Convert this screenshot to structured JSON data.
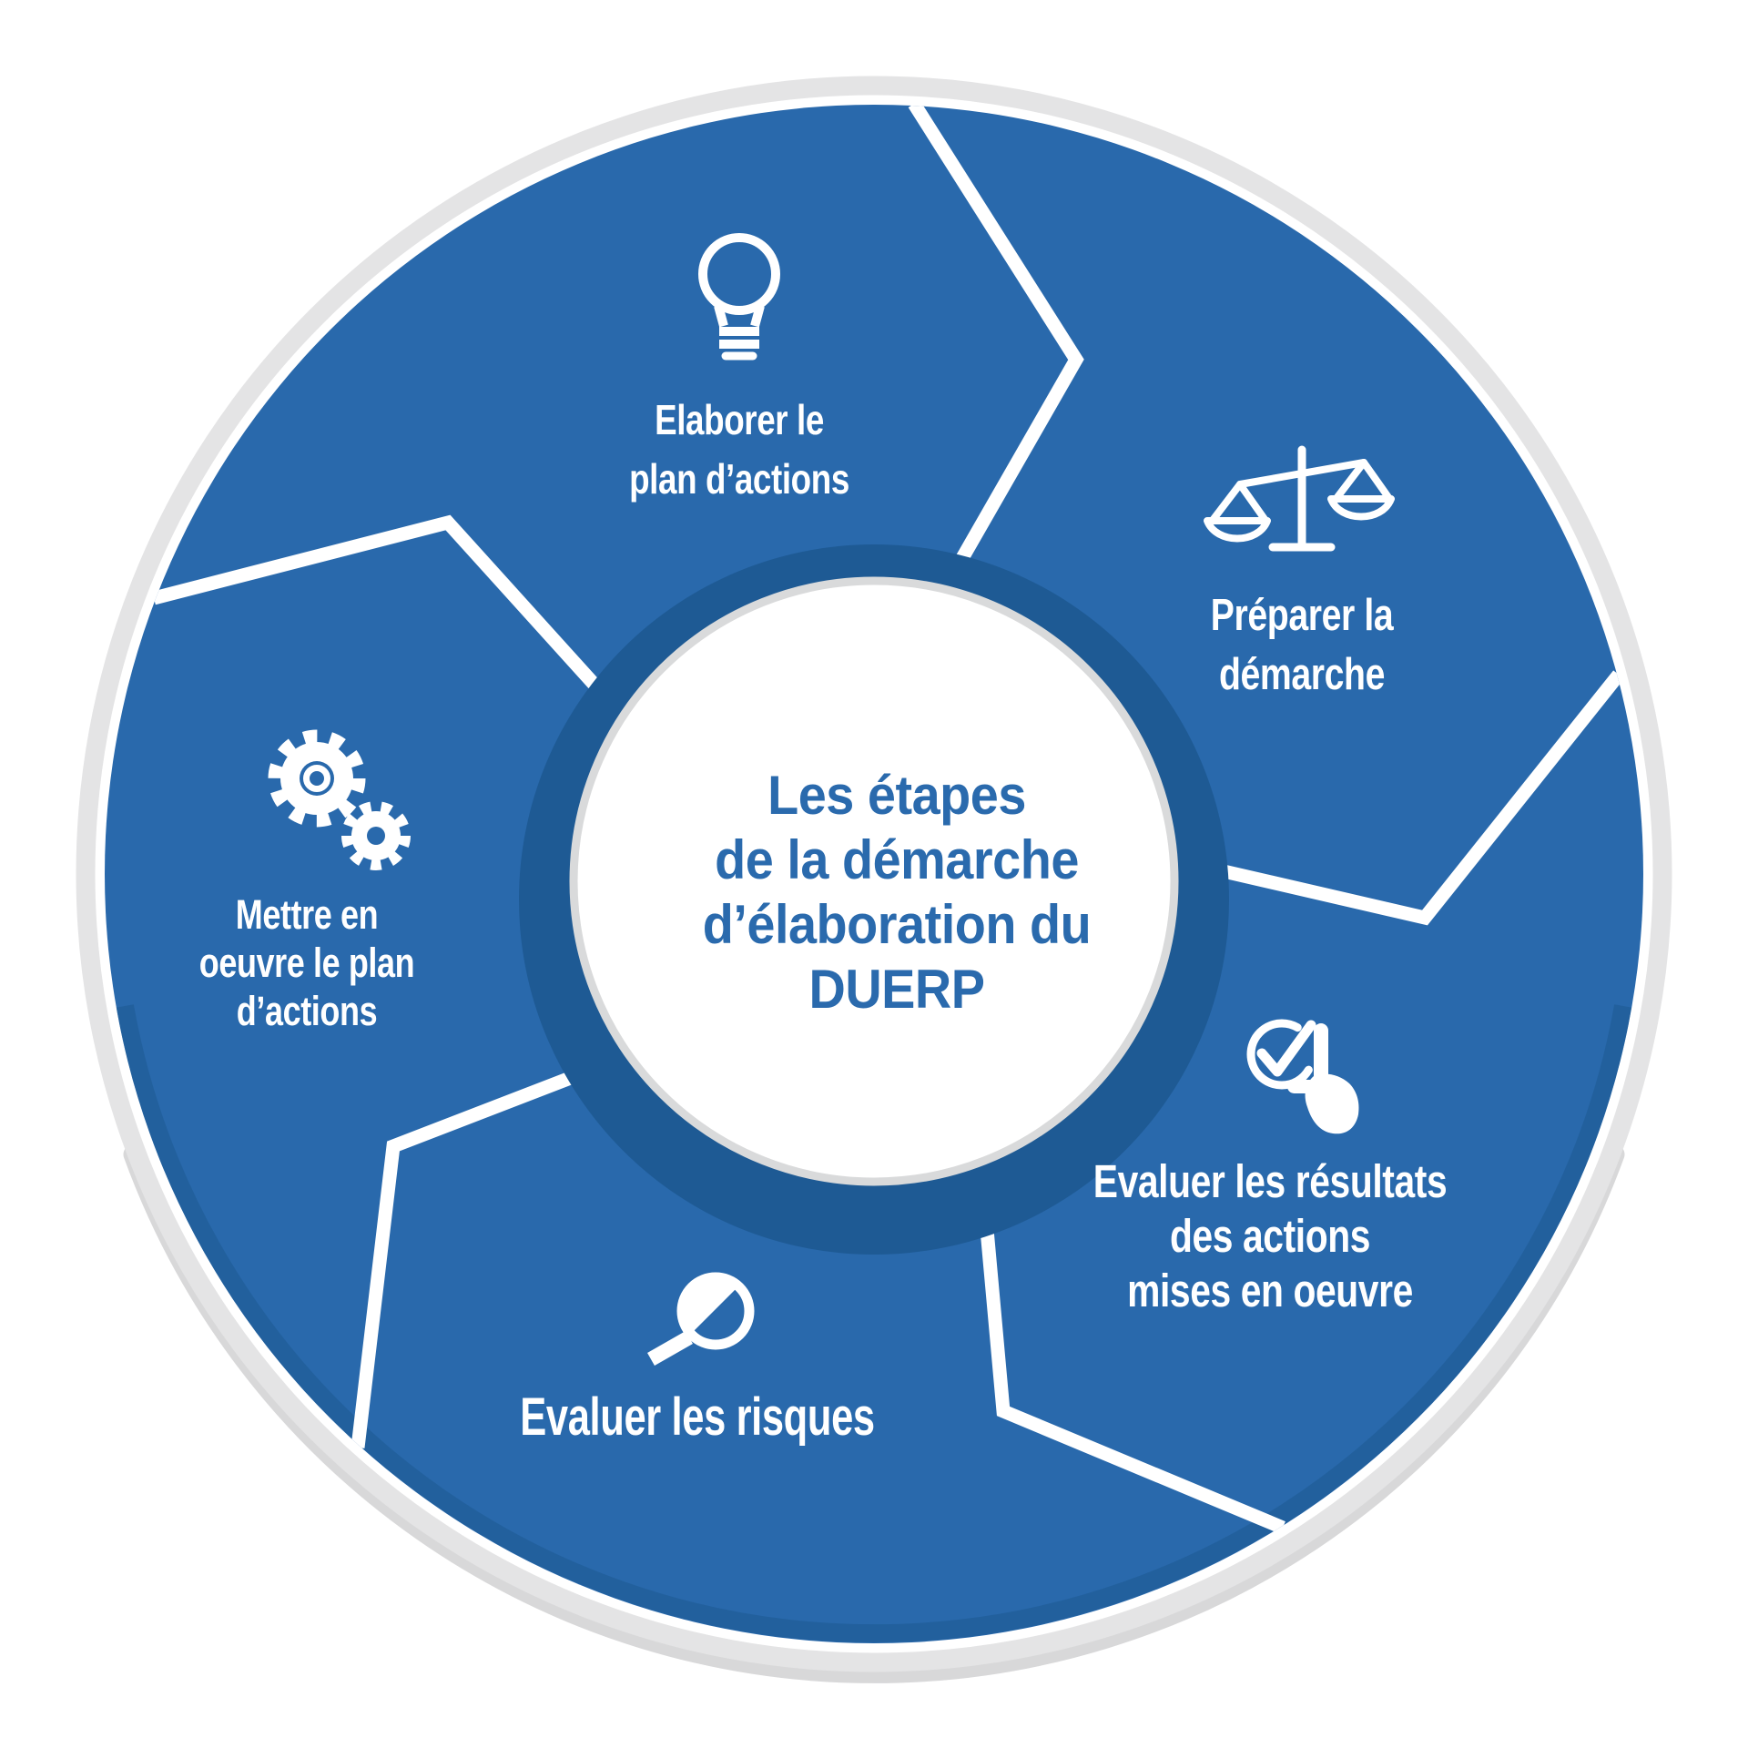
{
  "title": {
    "lines": [
      "Les étapes",
      "de la démarche",
      "d’élaboration du",
      "DUERP"
    ]
  },
  "steps": [
    {
      "id": "elaborer-plan",
      "icon": "lightbulb-icon",
      "label_lines": [
        "Elaborer le",
        "plan d’actions"
      ]
    },
    {
      "id": "preparer-demarche",
      "icon": "scales-icon",
      "label_lines": [
        "Préparer la",
        "démarche"
      ]
    },
    {
      "id": "evaluer-resultats",
      "icon": "check-hand-icon",
      "label_lines": [
        "Evaluer les résultats",
        "des actions",
        "mises en oeuvre"
      ]
    },
    {
      "id": "evaluer-risques",
      "icon": "magnifier-icon",
      "label_lines": [
        "Evaluer les risques"
      ]
    },
    {
      "id": "mettre-en-oeuvre",
      "icon": "gears-icon",
      "label_lines": [
        "Mettre en",
        "oeuvre le plan",
        "d’actions"
      ]
    }
  ],
  "colors": {
    "wheel_blue": "#2969ac",
    "center_shadow_blue": "#1e5a94",
    "title_blue": "#2a6aad",
    "rim_gray": "#e4e4e5",
    "rim_shadow_gray": "#d8d8d9",
    "divider_white": "#ffffff",
    "label_white": "#ffffff",
    "center_circle_border": "#d9dadb"
  }
}
